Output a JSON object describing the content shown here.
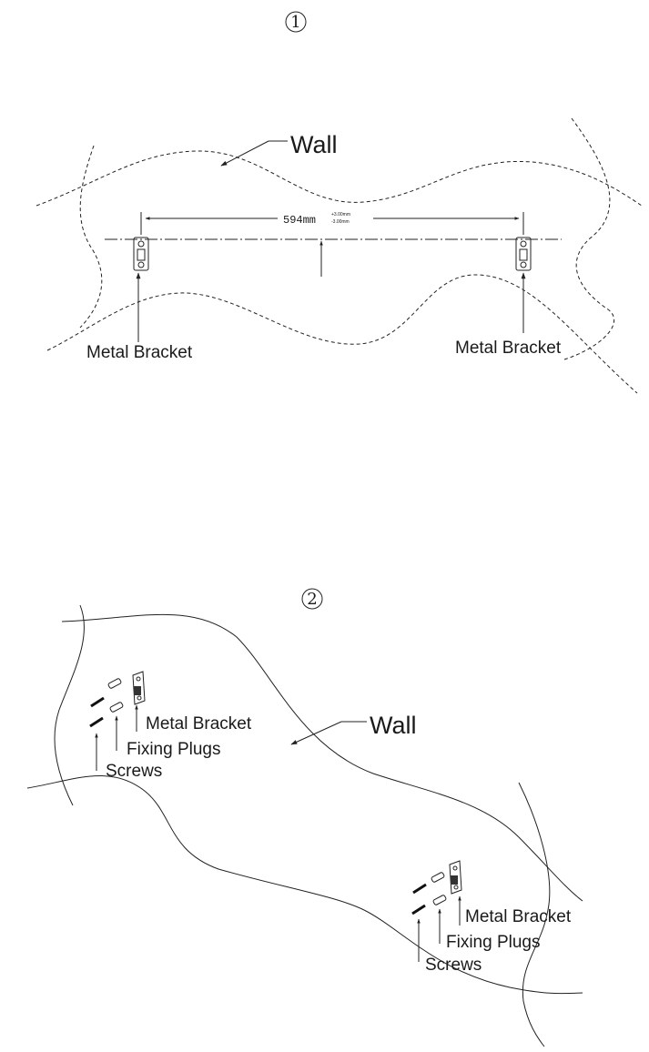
{
  "step1": {
    "number": "1",
    "wall_label": "Wall",
    "dimension_main": "594mm",
    "dimension_tol_plus": "+3.00mm",
    "dimension_tol_minus": "-3.00mm",
    "bracket_left_label": "Metal Bracket",
    "bracket_right_label": "Metal Bracket"
  },
  "step2": {
    "number": "2",
    "wall_label": "Wall",
    "left_group": {
      "bracket_label": "Metal Bracket",
      "plugs_label": "Fixing Plugs",
      "screws_label": "Screws"
    },
    "right_group": {
      "bracket_label": "Metal Bracket",
      "plugs_label": "Fixing Plugs",
      "screws_label": "Screws"
    }
  }
}
